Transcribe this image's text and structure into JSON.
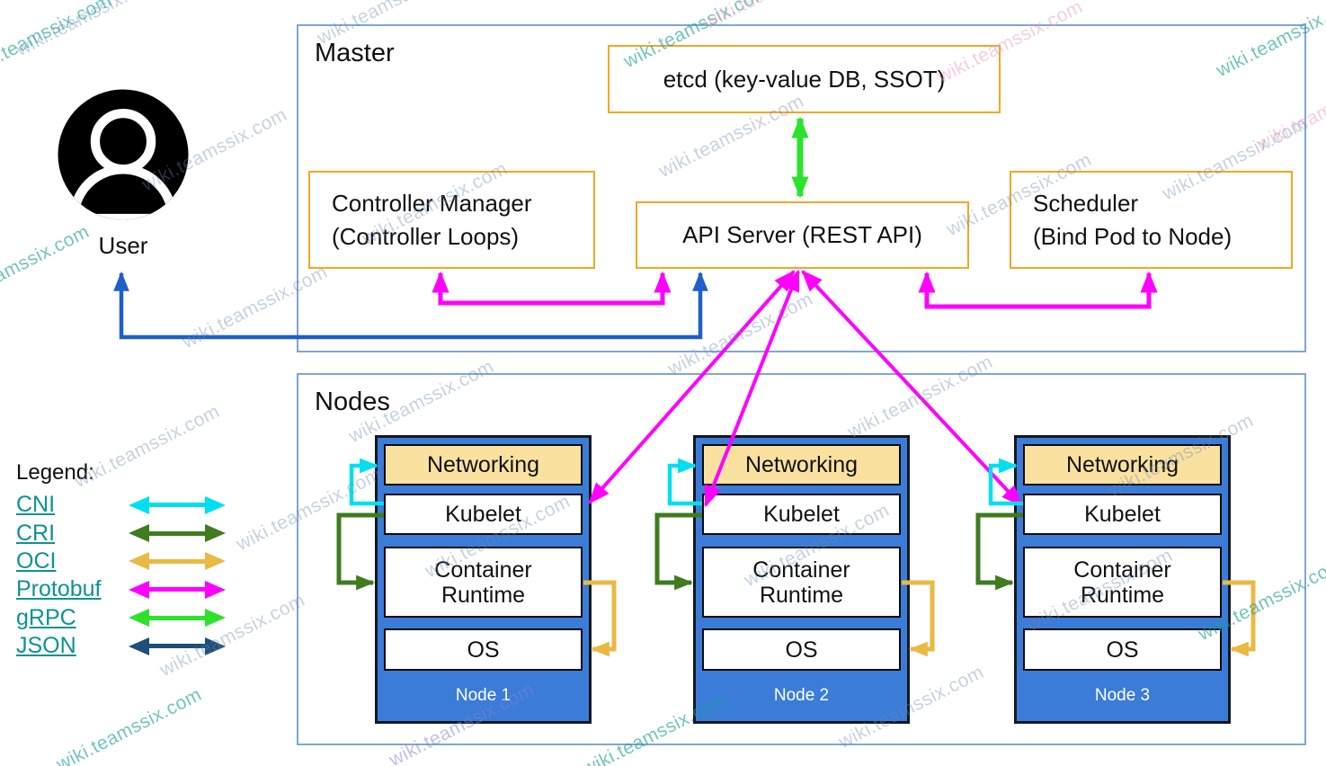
{
  "watermark": {
    "text": "wiki.teamssix.com"
  },
  "user": {
    "label": "User"
  },
  "master": {
    "title": "Master",
    "etcd_label": "etcd (key-value DB, SSOT)",
    "controller_manager_line1": "Controller Manager",
    "controller_manager_line2": "(Controller Loops)",
    "api_server_label": "API Server (REST API)",
    "scheduler_line1": "Scheduler",
    "scheduler_line2": "(Bind Pod to Node)"
  },
  "nodes_section": {
    "title": "Nodes",
    "nodes": [
      {
        "networking": "Networking",
        "kubelet": "Kubelet",
        "container_runtime": "Container\nRuntime",
        "os": "OS",
        "name": "Node 1"
      },
      {
        "networking": "Networking",
        "kubelet": "Kubelet",
        "container_runtime": "Container\nRuntime",
        "os": "OS",
        "name": "Node 2"
      },
      {
        "networking": "Networking",
        "kubelet": "Kubelet",
        "container_runtime": "Container\nRuntime",
        "os": "OS",
        "name": "Node 3"
      }
    ]
  },
  "legend": {
    "title": "Legend:",
    "items": [
      {
        "label": "CNI",
        "color": "#00dff2"
      },
      {
        "label": "CRI",
        "color": "#3e7c1f"
      },
      {
        "label": "OCI",
        "color": "#eab944"
      },
      {
        "label": "Protobuf",
        "color": "#ff00ff"
      },
      {
        "label": "gRPC",
        "color": "#2ce32c"
      },
      {
        "label": "JSON",
        "color": "#1f4e79"
      }
    ]
  },
  "colors": {
    "box_border_orange": "#f6a623",
    "section_border_blue": "#7ea6d8",
    "node_fill_blue": "#3b7cd9",
    "node_label_text": "#ffffff",
    "networking_fill": "#fae1a0",
    "user_arrow_blue": "#1e5fc9",
    "link_teal": "#0d9390"
  }
}
